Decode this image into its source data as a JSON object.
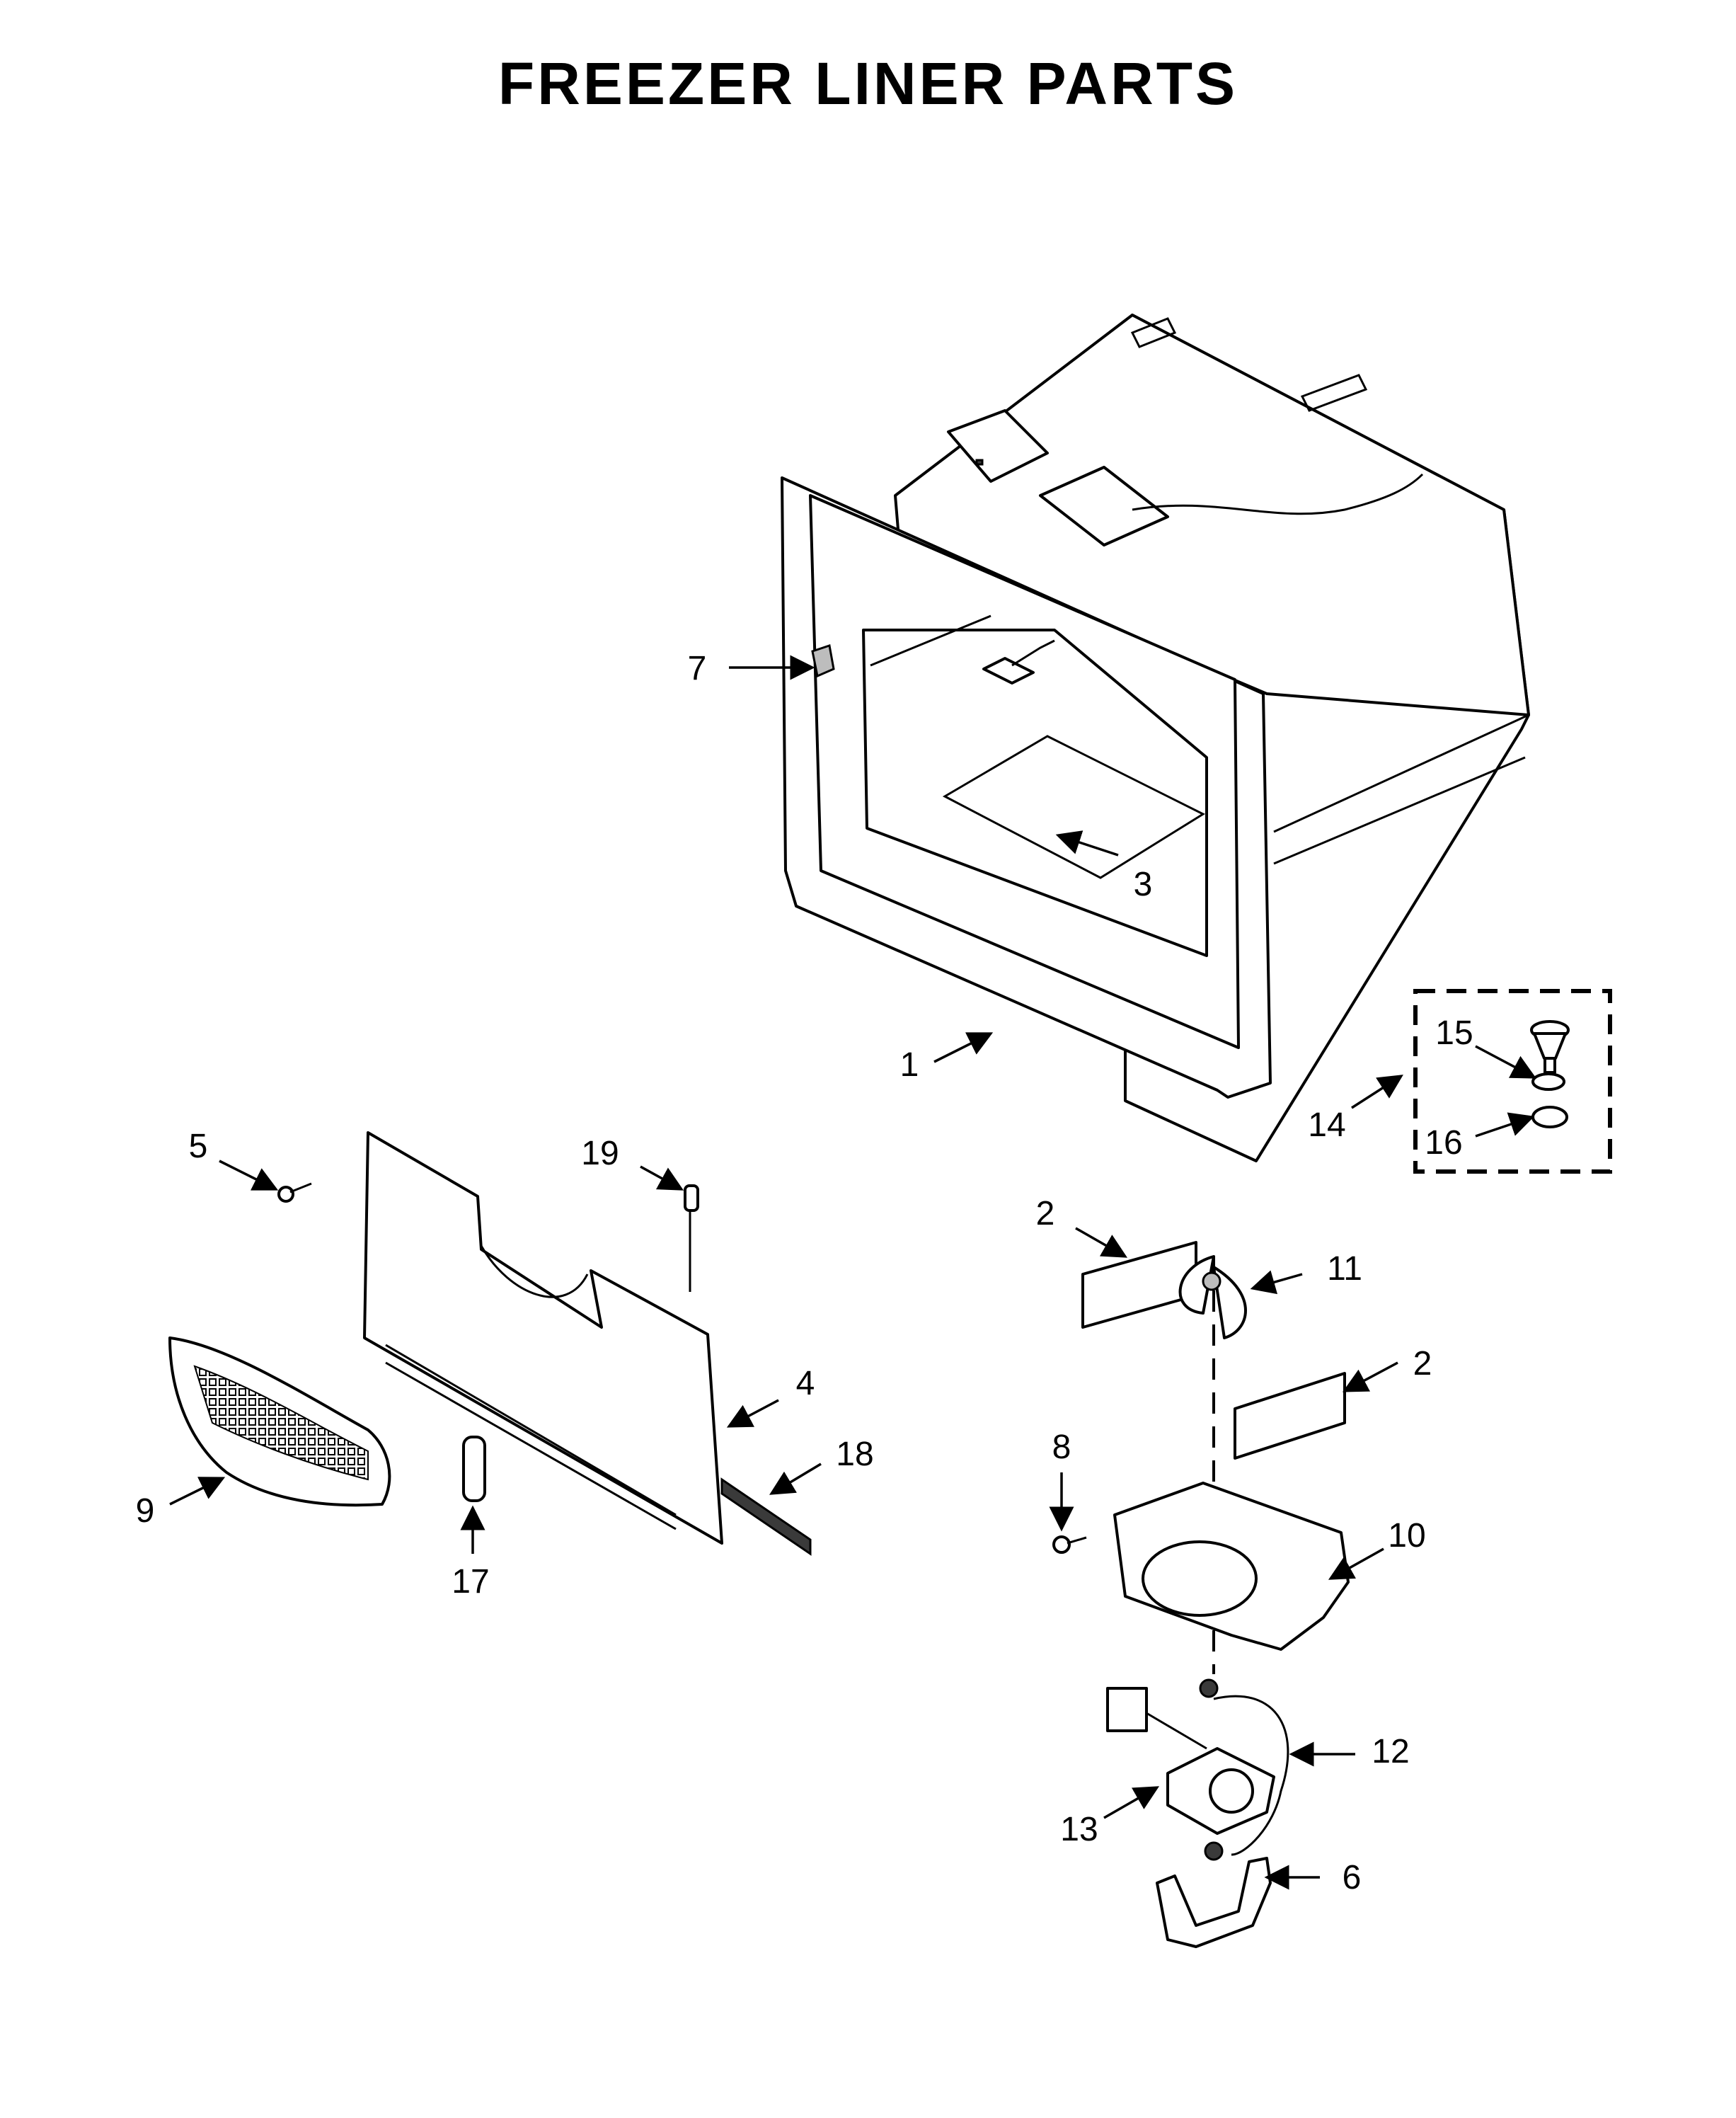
{
  "title": "FREEZER LINER PARTS",
  "callouts": {
    "c1": "1",
    "c2a": "2",
    "c2b": "2",
    "c3": "3",
    "c4": "4",
    "c5": "5",
    "c6": "6",
    "c7": "7",
    "c8": "8",
    "c9": "9",
    "c10": "10",
    "c11": "11",
    "c12": "12",
    "c13": "13",
    "c14": "14",
    "c15": "15",
    "c16": "16",
    "c17": "17",
    "c18": "18",
    "c19": "19"
  }
}
